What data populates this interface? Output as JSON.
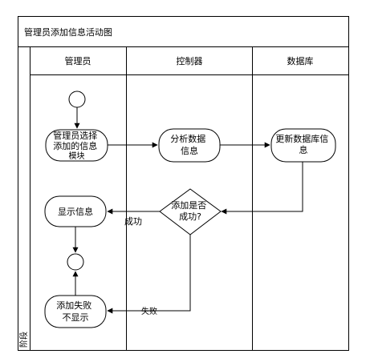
{
  "diagram": {
    "title": "管理员添加信息活动图",
    "phase_label": "阶段",
    "lanes": [
      {
        "label": "管理员"
      },
      {
        "label": "控制器"
      },
      {
        "label": "数据库"
      }
    ],
    "nodes": {
      "select_module": {
        "lines": [
          "管理员选择",
          "添加的信息",
          "模块"
        ]
      },
      "analyze_data": {
        "lines": [
          "分析数据",
          "信息"
        ]
      },
      "update_db": {
        "lines": [
          "更新数据库信",
          "息"
        ]
      },
      "decision": {
        "lines": [
          "添加是否",
          "成功?"
        ]
      },
      "show_info": {
        "lines": [
          "显示信息"
        ]
      },
      "add_fail": {
        "lines": [
          "添加失败",
          "不显示"
        ]
      }
    },
    "edge_labels": {
      "success": "成功",
      "fail": "失败"
    }
  }
}
